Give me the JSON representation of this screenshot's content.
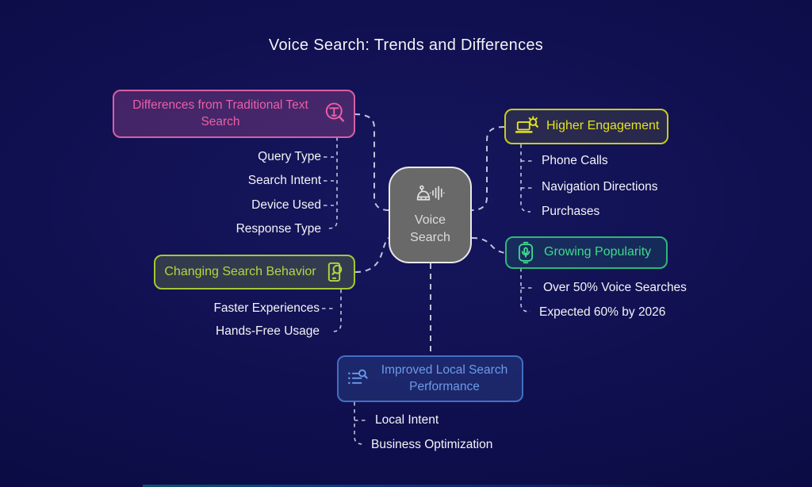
{
  "title": "Voice Search: Trends and Differences",
  "center_node": {
    "label": "Voice Search",
    "icon": "voice-assistant-icon"
  },
  "topics": {
    "differences": {
      "label": "Differences from Traditional Text Search",
      "icon": "text-search-magnifier-icon",
      "accent": "#d75fa5",
      "children": [
        "Query Type",
        "Search Intent",
        "Device Used",
        "Response Type"
      ]
    },
    "behavior": {
      "label": "Changing Search Behavior",
      "icon": "mobile-search-icon",
      "accent": "#a4c832",
      "children": [
        "Faster Experiences",
        "Hands-Free Usage"
      ]
    },
    "engagement": {
      "label": "Higher Engagement",
      "icon": "laptop-search-icon",
      "accent": "#c6cc1e",
      "children": [
        "Phone Calls",
        "Navigation Directions",
        "Purchases"
      ]
    },
    "popularity": {
      "label": "Growing Popularity",
      "icon": "voice-device-icon",
      "accent": "#2fb878",
      "children": [
        "Over 50% Voice Searches",
        "Expected 60% by 2026"
      ]
    },
    "local": {
      "label": "Improved Local Search Performance",
      "icon": "list-search-icon",
      "accent": "#4170c2",
      "children": [
        "Local Intent",
        "Business Optimization"
      ]
    }
  },
  "colors": {
    "background": "#0e0e4c",
    "connector": "#dfe3f2",
    "center_fill": "#696969",
    "center_border": "#e9e9e9",
    "child_text": "#f4f4f6"
  }
}
